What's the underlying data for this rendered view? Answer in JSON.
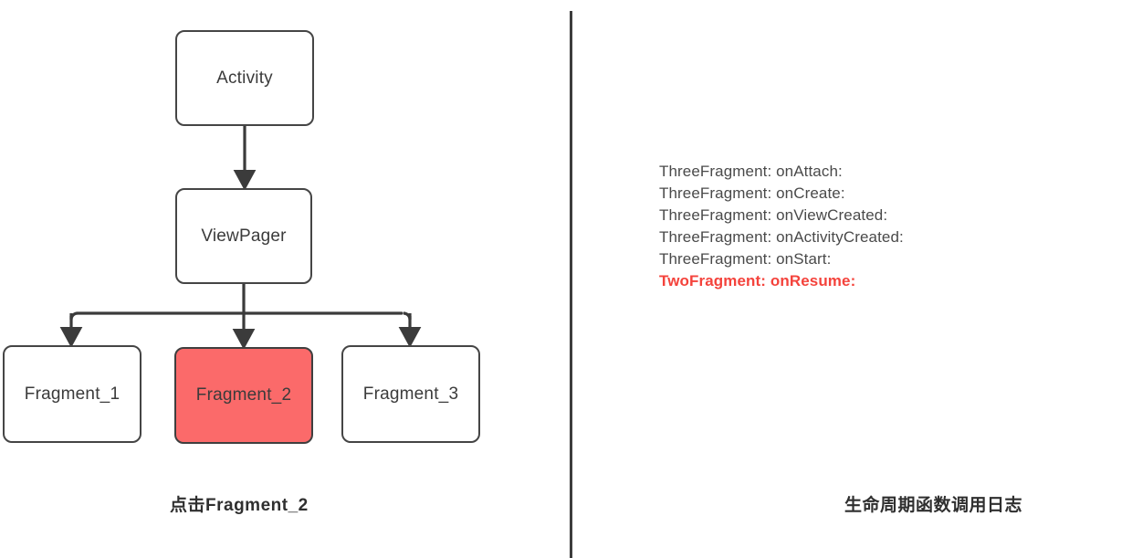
{
  "diagram": {
    "nodes": [
      {
        "id": "activity",
        "label": "Activity",
        "highlighted": false
      },
      {
        "id": "viewpager",
        "label": "ViewPager",
        "highlighted": false
      },
      {
        "id": "fragment_1",
        "label": "Fragment_1",
        "highlighted": false
      },
      {
        "id": "fragment_2",
        "label": "Fragment_2",
        "highlighted": true
      },
      {
        "id": "fragment_3",
        "label": "Fragment_3",
        "highlighted": false
      }
    ],
    "edges": [
      {
        "from": "activity",
        "to": "viewpager",
        "arrow": "down"
      },
      {
        "from": "viewpager",
        "to": "fragment_1",
        "arrow": "down"
      },
      {
        "from": "viewpager",
        "to": "fragment_2",
        "arrow": "down"
      },
      {
        "from": "viewpager",
        "to": "fragment_3",
        "arrow": "down"
      }
    ],
    "caption": "点击Fragment_2"
  },
  "log": {
    "caption": "生命周期函数调用日志",
    "lines": [
      {
        "text": "ThreeFragment: onAttach:",
        "highlighted": false
      },
      {
        "text": "ThreeFragment: onCreate:",
        "highlighted": false
      },
      {
        "text": "ThreeFragment: onViewCreated:",
        "highlighted": false
      },
      {
        "text": "ThreeFragment: onActivityCreated:",
        "highlighted": false
      },
      {
        "text": "ThreeFragment: onStart:",
        "highlighted": false
      },
      {
        "text": "TwoFragment: onResume:",
        "highlighted": true
      }
    ]
  },
  "colors": {
    "highlight_fill": "#fb6a6a",
    "alert_text": "#f4433c",
    "stroke": "#454545",
    "text": "#3b3b3b",
    "background": "#ffffff"
  }
}
